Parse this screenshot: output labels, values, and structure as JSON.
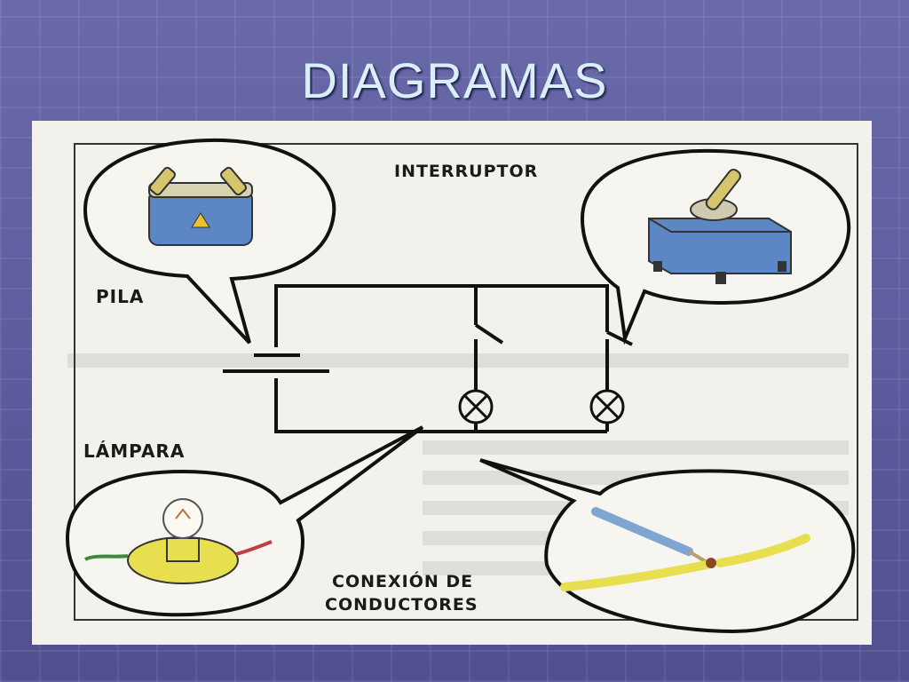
{
  "slide": {
    "title": "DIAGRAMAS"
  },
  "diagram": {
    "labels": {
      "battery": "PILA",
      "switch": "INTERRUPTOR",
      "lamp": "LÁMPARA",
      "connection_line1": "CONEXIÓN DE",
      "connection_line2": "CONDUCTORES"
    }
  }
}
